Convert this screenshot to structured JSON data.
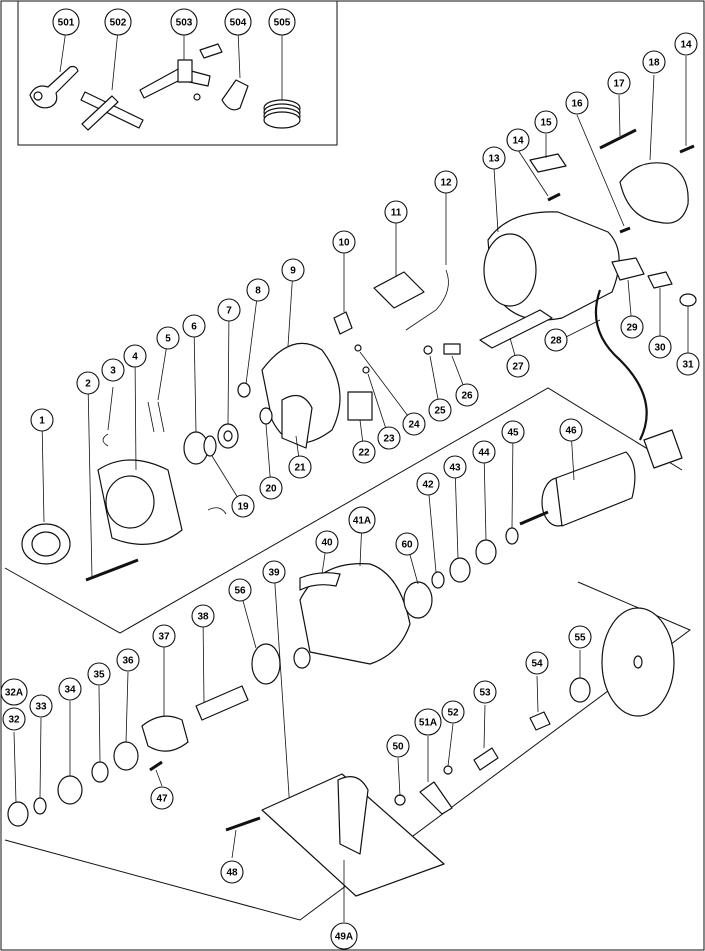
{
  "callouts": [
    {
      "id": "c501",
      "label": "501"
    },
    {
      "id": "c502",
      "label": "502"
    },
    {
      "id": "c503",
      "label": "503"
    },
    {
      "id": "c504",
      "label": "504"
    },
    {
      "id": "c505",
      "label": "505"
    },
    {
      "id": "c1",
      "label": "1"
    },
    {
      "id": "c2",
      "label": "2"
    },
    {
      "id": "c3",
      "label": "3"
    },
    {
      "id": "c4",
      "label": "4"
    },
    {
      "id": "c5",
      "label": "5"
    },
    {
      "id": "c6",
      "label": "6"
    },
    {
      "id": "c7",
      "label": "7"
    },
    {
      "id": "c8",
      "label": "8"
    },
    {
      "id": "c9",
      "label": "9"
    },
    {
      "id": "c10",
      "label": "10"
    },
    {
      "id": "c11",
      "label": "11"
    },
    {
      "id": "c12",
      "label": "12"
    },
    {
      "id": "c13",
      "label": "13"
    },
    {
      "id": "c14a",
      "label": "14"
    },
    {
      "id": "c14b",
      "label": "14"
    },
    {
      "id": "c15",
      "label": "15"
    },
    {
      "id": "c16",
      "label": "16"
    },
    {
      "id": "c17",
      "label": "17"
    },
    {
      "id": "c18",
      "label": "18"
    },
    {
      "id": "c19",
      "label": "19"
    },
    {
      "id": "c20",
      "label": "20"
    },
    {
      "id": "c21",
      "label": "21"
    },
    {
      "id": "c22",
      "label": "22"
    },
    {
      "id": "c23",
      "label": "23"
    },
    {
      "id": "c24",
      "label": "24"
    },
    {
      "id": "c25",
      "label": "25"
    },
    {
      "id": "c26",
      "label": "26"
    },
    {
      "id": "c27",
      "label": "27"
    },
    {
      "id": "c28",
      "label": "28"
    },
    {
      "id": "c29",
      "label": "29"
    },
    {
      "id": "c30",
      "label": "30"
    },
    {
      "id": "c31",
      "label": "31"
    },
    {
      "id": "c32A",
      "label": "32A"
    },
    {
      "id": "c32",
      "label": "32"
    },
    {
      "id": "c33",
      "label": "33"
    },
    {
      "id": "c34",
      "label": "34"
    },
    {
      "id": "c35",
      "label": "35"
    },
    {
      "id": "c36",
      "label": "36"
    },
    {
      "id": "c37",
      "label": "37"
    },
    {
      "id": "c38",
      "label": "38"
    },
    {
      "id": "c39",
      "label": "39"
    },
    {
      "id": "c40",
      "label": "40"
    },
    {
      "id": "c41A",
      "label": "41A"
    },
    {
      "id": "c42",
      "label": "42"
    },
    {
      "id": "c43",
      "label": "43"
    },
    {
      "id": "c44",
      "label": "44"
    },
    {
      "id": "c45",
      "label": "45"
    },
    {
      "id": "c46",
      "label": "46"
    },
    {
      "id": "c47",
      "label": "47"
    },
    {
      "id": "c48",
      "label": "48"
    },
    {
      "id": "c49A",
      "label": "49A"
    },
    {
      "id": "c50",
      "label": "50"
    },
    {
      "id": "c51A",
      "label": "51A"
    },
    {
      "id": "c52",
      "label": "52"
    },
    {
      "id": "c53",
      "label": "53"
    },
    {
      "id": "c54",
      "label": "54"
    },
    {
      "id": "c55",
      "label": "55"
    },
    {
      "id": "c56",
      "label": "56"
    },
    {
      "id": "c60",
      "label": "60"
    }
  ]
}
